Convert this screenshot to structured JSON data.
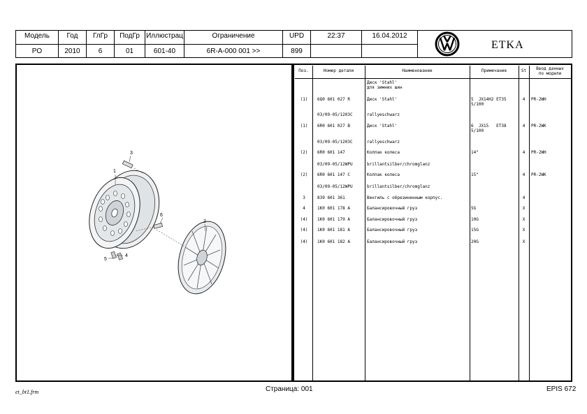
{
  "header": {
    "model_label": "Модель",
    "model_value": "PO",
    "year_label": "Год",
    "year_value": "2010",
    "group_label": "ГлГр",
    "group_value": "6",
    "subgroup_label": "ПодГр",
    "subgroup_value": "01",
    "illustration_label": "Иллюстрац",
    "illustration_value": "601-40",
    "restriction_label": "Ограничение",
    "restriction_value": "6R-A-000 001 >>",
    "upd_label": "UPD",
    "upd_value": "899",
    "time": "22:37",
    "date": "16.04.2012",
    "brand": "ETKA"
  },
  "diagram": {
    "callouts": [
      "1",
      "2",
      "3",
      "4",
      "5",
      "6"
    ]
  },
  "table": {
    "headers": {
      "pos": "Поз.",
      "part": "Номер детали",
      "name": "Наименование",
      "note": "Примечание",
      "qty": "St",
      "model_input_1": "Ввод данных",
      "model_input_2": "по модели"
    },
    "rows": [
      {
        "pos": "",
        "part": "",
        "name": "Диск 'Stahl'",
        "note": "",
        "qty": "",
        "model": ""
      },
      {
        "pos": "",
        "part": "",
        "name": "для зимних шин",
        "note": "",
        "qty": "",
        "model": ""
      },
      {
        "pos": "(1)",
        "part": "6Q0 601 027 R",
        "name": "Диск 'Stahl'",
        "note": "5  JX14H2 ET35",
        "qty": "4",
        "model": "PR-2WH"
      },
      {
        "pos": "",
        "part": "",
        "name": "",
        "note": "5/100",
        "qty": "",
        "model": ""
      },
      {
        "pos": "",
        "part": "03/09-05/1203C",
        "name": "rallyeschwarz",
        "note": "",
        "qty": "",
        "model": ""
      },
      {
        "pos": "(1)",
        "part": "6R0 601 027 B",
        "name": "Диск 'Stahl'",
        "note": "6  JX15   ET38",
        "qty": "4",
        "model": "PR-2WK"
      },
      {
        "pos": "",
        "part": "",
        "name": "",
        "note": "5/100",
        "qty": "",
        "model": ""
      },
      {
        "pos": "",
        "part": "03/09-05/1203C",
        "name": "rallyeschwarz",
        "note": "",
        "qty": "",
        "model": ""
      },
      {
        "pos": "(2)",
        "part": "6R0 601 147",
        "name": "Колпак колеса",
        "note": "14\"",
        "qty": "4",
        "model": "PR-2WH"
      },
      {
        "pos": "",
        "part": "03/09-05/12WPU",
        "name": "brillantsilber/chromglanz",
        "note": "",
        "qty": "",
        "model": ""
      },
      {
        "pos": "(2)",
        "part": "6R0 601 147 C",
        "name": "Колпак колеса",
        "note": "15\"",
        "qty": "4",
        "model": "PR-2WK"
      },
      {
        "pos": "",
        "part": "03/09-05/12WPU",
        "name": "brillantsilber/chromglanz",
        "note": "",
        "qty": "",
        "model": ""
      },
      {
        "pos": "3",
        "part": "839 601 361",
        "name": "Вентиль с обрезиненным корпус.",
        "note": "",
        "qty": "4",
        "model": ""
      },
      {
        "pos": "4",
        "part": "1K0 601 178 A",
        "name": "Балансировочный груз",
        "note": "5G",
        "qty": "X",
        "model": ""
      },
      {
        "pos": "(4)",
        "part": "1K0 601 179 A",
        "name": "Балансировочный груз",
        "note": "10G",
        "qty": "X",
        "model": ""
      },
      {
        "pos": "(4)",
        "part": "1K0 601 181 A",
        "name": "Балансировочный груз",
        "note": "15G",
        "qty": "X",
        "model": ""
      },
      {
        "pos": "(4)",
        "part": "1K0 601 182 A",
        "name": "Балансировочный груз",
        "note": "20G",
        "qty": "X",
        "model": ""
      }
    ]
  },
  "footer": {
    "file": "et_bt1.frm",
    "page": "Страница: 001",
    "code": "EPIS 672"
  }
}
